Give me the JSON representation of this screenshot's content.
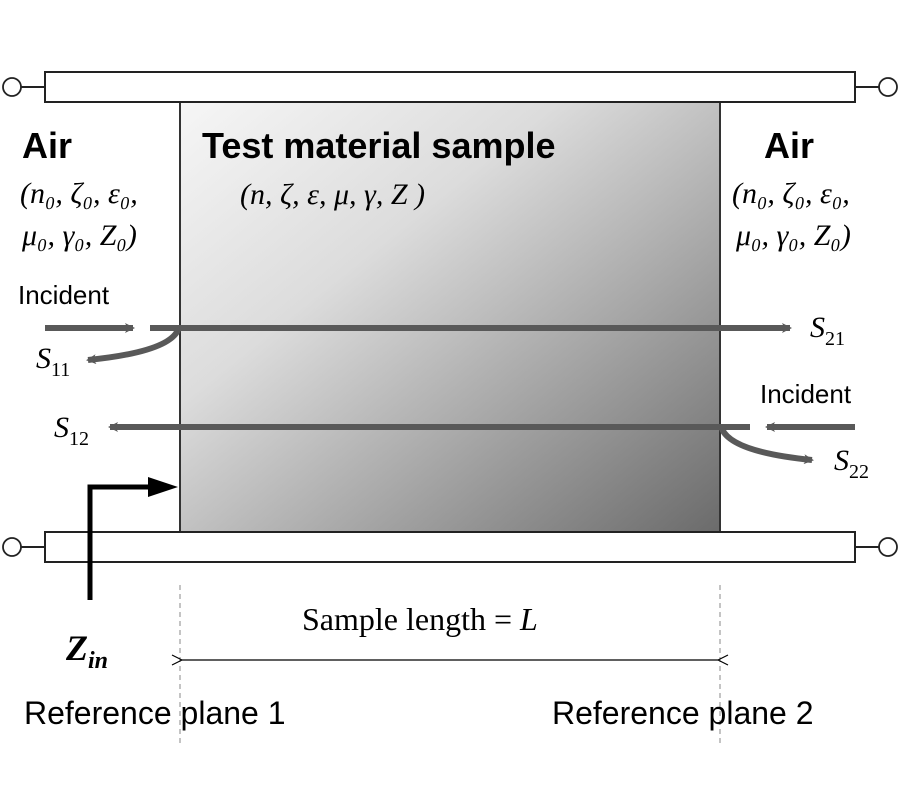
{
  "left_region": {
    "title": "Air",
    "params_line1": "(n₀, ζ₀, ε₀,",
    "params_line2": "μ₀, γ₀, Z₀)"
  },
  "right_region": {
    "title": "Air",
    "params_line1": "(n₀, ζ₀, ε₀,",
    "params_line2": "μ₀, γ₀, Z₀)"
  },
  "sample": {
    "title": "Test material sample",
    "params": "(n, ζ, ε, μ, γ, Z )",
    "gradient_light": "#f6f6f6",
    "gradient_dark": "#6b6b6b"
  },
  "signals": {
    "incident_left": "Incident",
    "incident_right": "Incident",
    "s11": {
      "base": "S",
      "sub": "11"
    },
    "s21": {
      "base": "S",
      "sub": "21"
    },
    "s12": {
      "base": "S",
      "sub": "12"
    },
    "s22": {
      "base": "S",
      "sub": "22"
    },
    "arrow_color": "#595959"
  },
  "impedance": {
    "base": "Z",
    "sub": "in"
  },
  "dimension": {
    "label_text": "Sample length = ",
    "label_var": "L"
  },
  "reference_planes": {
    "plane1": "Reference plane 1",
    "plane2": "Reference plane 2"
  }
}
